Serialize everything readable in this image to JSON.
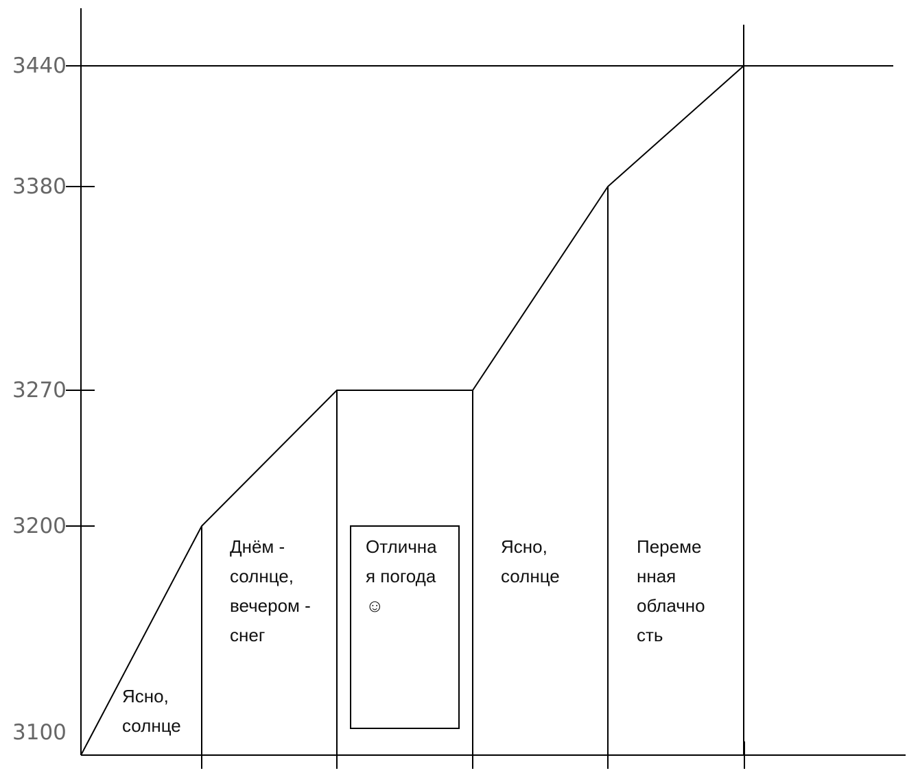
{
  "chart_data": {
    "type": "line",
    "title": "",
    "xlabel": "",
    "ylabel": "",
    "yticks": [
      3100,
      3200,
      3270,
      3380,
      3440
    ],
    "ylim": [
      3100,
      3440
    ],
    "series": [
      {
        "points": [
          {
            "x": 0,
            "y": 3100
          },
          {
            "x": 1,
            "y": 3200
          },
          {
            "x": 2,
            "y": 3270
          },
          {
            "x": 3,
            "y": 3270
          },
          {
            "x": 4,
            "y": 3380
          },
          {
            "x": 5,
            "y": 3440
          }
        ]
      }
    ],
    "segments": [
      {
        "label_lines": [
          "Ясно,",
          "солнце"
        ]
      },
      {
        "label_lines": [
          "Днём -",
          "солнце,",
          "вечером -",
          "снег"
        ]
      },
      {
        "label_lines": [
          "Отлична",
          "я погода",
          "☺"
        ],
        "boxed": true
      },
      {
        "label_lines": [
          "Ясно,",
          "солнце"
        ]
      },
      {
        "label_lines": [
          "Переме",
          "нная",
          "облачно",
          "сть"
        ]
      }
    ]
  }
}
